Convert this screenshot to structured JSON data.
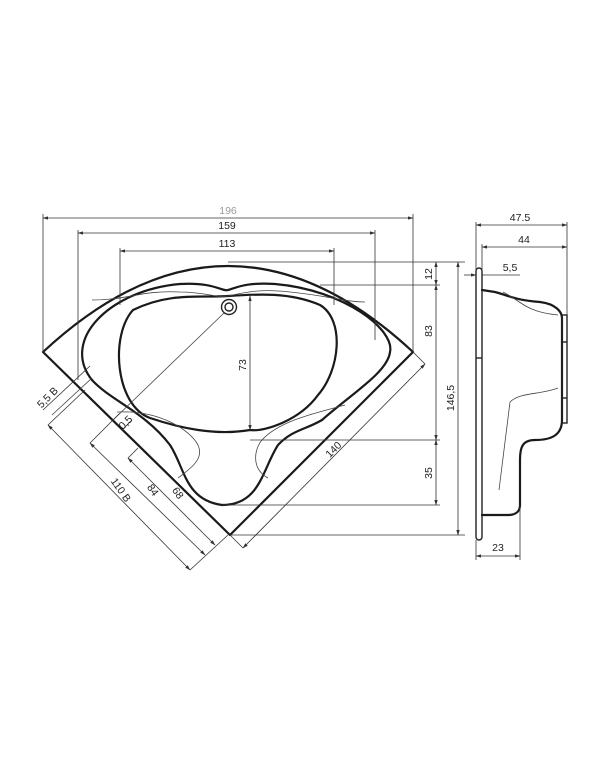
{
  "drawing": {
    "subject": "corner-bathtub",
    "units": "cm",
    "plan_view": {
      "overall_width": "196",
      "outer_rim_width": "159",
      "inner_basin_width": "113",
      "rim_depth_top": "12",
      "basin_depth": "83",
      "total_depth": "146,5",
      "seat_depth": "35",
      "basin_length": "73",
      "diagonal_length": "140",
      "edge_offset": "5,5 B",
      "side_step": "0,5",
      "side_length_outer": "110 B",
      "side_length_mid": "84",
      "side_length_inner": "68"
    },
    "side_view": {
      "overall_height": "47.5",
      "body_height": "44",
      "rim_thickness": "5,5",
      "foot_width": "23"
    }
  }
}
